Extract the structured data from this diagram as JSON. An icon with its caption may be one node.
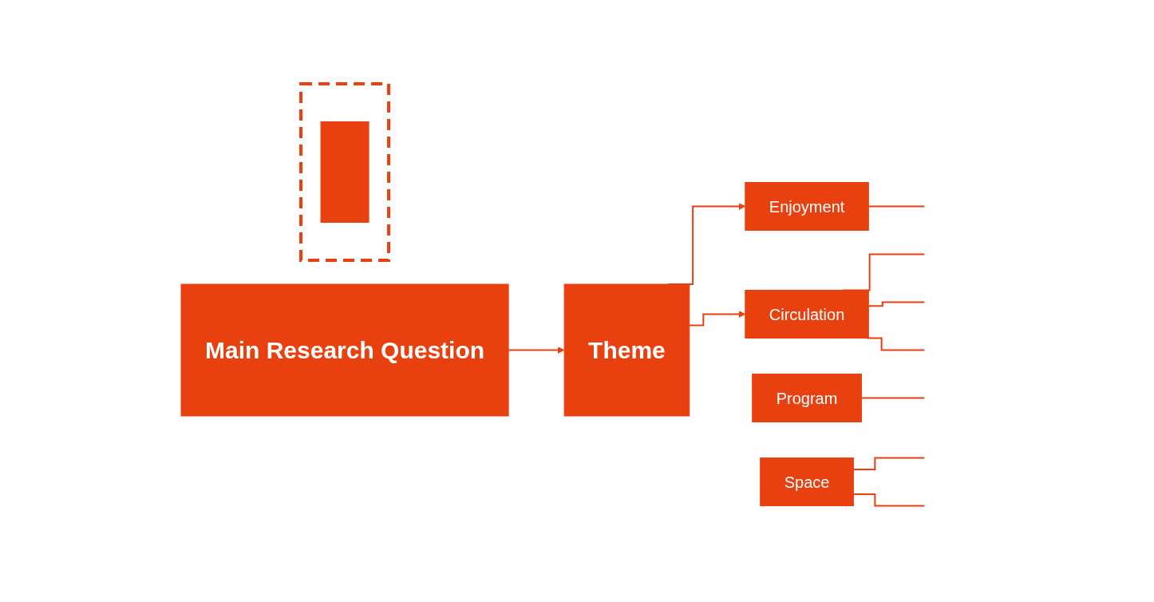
{
  "diagram": {
    "nodes": [
      {
        "text": [
          "Main Research Question"
        ]
      },
      {
        "text": [
          "Theme"
        ]
      },
      {
        "text": [
          "Enjoyment"
        ]
      },
      {
        "text": [
          "Program"
        ]
      },
      {
        "text": [
          "Space"
        ]
      },
      {
        "text": [
          "Circulation"
        ]
      },
      {
        "text": [],
        "shape": "box"
      },
      {
        "text": [],
        "shape": "bar",
        "in": 6
      }
    ],
    "edges": [
      {
        "from": 0,
        "to": 1,
        "arrow": "to"
      },
      {
        "from": 1,
        "to": 2,
        "arrow": "to"
      },
      {
        "from": 1,
        "to": 5,
        "arrow": "to"
      },
      {
        "from": 2,
        "to": null,
        "arrow": "none"
      },
      {
        "from": 3,
        "to": null,
        "arrow": "none"
      },
      {
        "from": 4,
        "to": null,
        "arrow": "none"
      },
      {
        "from": 4,
        "to": null,
        "arrow": "none"
      },
      {
        "from": 5,
        "to": null,
        "arrow": "none"
      },
      {
        "from": 5,
        "to": null,
        "arrow": "none"
      },
      {
        "from": 5,
        "to": null,
        "arrow": "none"
      }
    ]
  }
}
